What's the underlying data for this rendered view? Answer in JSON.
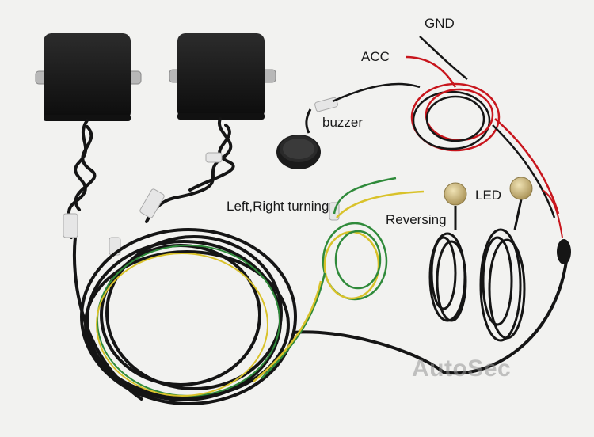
{
  "labels": {
    "gnd": "GND",
    "acc": "ACC",
    "buzzer": "buzzer",
    "turning": "Left,Right turning",
    "reversing": "Reversing",
    "led": "LED"
  },
  "watermark": "AutoSec",
  "colors": {
    "background": "#f2f2f0",
    "cable_black": "#151515",
    "wire_red": "#c8161d",
    "wire_green": "#2f8a3a",
    "wire_yellow": "#d9c22a",
    "sensor_gold": "#c9b27a",
    "connector_white": "#e6e6e6"
  }
}
